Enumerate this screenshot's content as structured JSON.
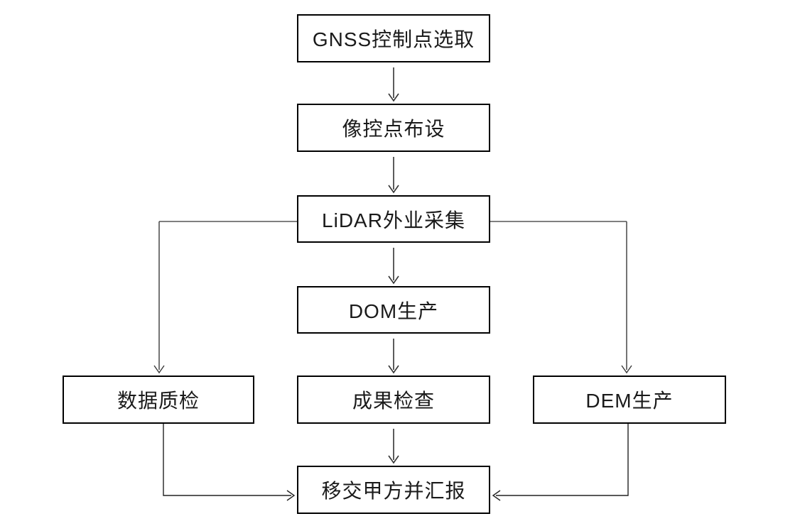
{
  "diagram": {
    "type": "flowchart",
    "background": "#ffffff",
    "node_style": {
      "fill": "#ffffff",
      "border_color": "#000000",
      "text_color": "#1a1a1a"
    },
    "connector_color": "#333333",
    "branch_line_color": "#808080",
    "nodes": {
      "gnss": {
        "label": "GNSS控制点选取"
      },
      "image_control": {
        "label": "像控点布设"
      },
      "lidar": {
        "label": "LiDAR外业采集"
      },
      "dom": {
        "label": "DOM生产"
      },
      "data_qc": {
        "label": "数据质检"
      },
      "result_check": {
        "label": "成果检查"
      },
      "dem": {
        "label": "DEM生产"
      },
      "handover": {
        "label": "移交甲方并汇报"
      }
    },
    "edges": [
      {
        "from": "gnss",
        "to": "image_control"
      },
      {
        "from": "image_control",
        "to": "lidar"
      },
      {
        "from": "lidar",
        "to": "dom"
      },
      {
        "from": "dom",
        "to": "result_check"
      },
      {
        "from": "result_check",
        "to": "handover"
      },
      {
        "from": "lidar",
        "to": "data_qc"
      },
      {
        "from": "lidar",
        "to": "dem"
      },
      {
        "from": "data_qc",
        "to": "handover"
      },
      {
        "from": "dem",
        "to": "handover"
      }
    ]
  }
}
